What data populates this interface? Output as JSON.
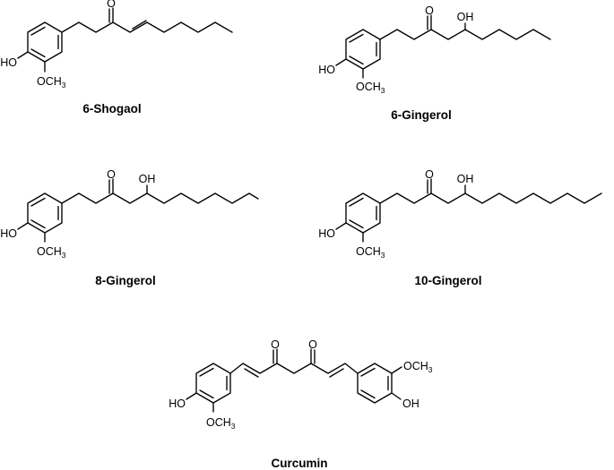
{
  "figure": {
    "atom_labels": {
      "hydroxyl": "HO",
      "methoxy_prefix": "OCH",
      "methoxy_subscript": "3",
      "carbonyl": "O",
      "side_hydroxyl": "OH"
    },
    "molecules": [
      {
        "id": "shogaol-6",
        "name": "6-Shogaol"
      },
      {
        "id": "gingerol-6",
        "name": "6-Gingerol"
      },
      {
        "id": "gingerol-8",
        "name": "8-Gingerol"
      },
      {
        "id": "gingerol-10",
        "name": "10-Gingerol"
      },
      {
        "id": "curcumin",
        "name": "Curcumin"
      }
    ]
  }
}
